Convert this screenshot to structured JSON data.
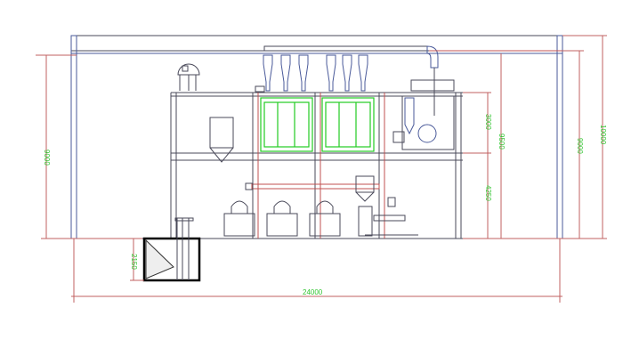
{
  "drawing": {
    "title": "Flour mill plant elevation",
    "dimensions": {
      "total_width": "24000",
      "left_height": "9000",
      "upper_floor": "3000",
      "lower_floor": "4250",
      "height_9500": "9500",
      "height_9000": "9000",
      "height_10000": "10000",
      "pit_depth": "2150"
    },
    "colors": {
      "dimension": "#c06060",
      "dimension_text": "#2fc42f",
      "sifter": "#22cc22",
      "structure": "#4a4a5a"
    }
  }
}
